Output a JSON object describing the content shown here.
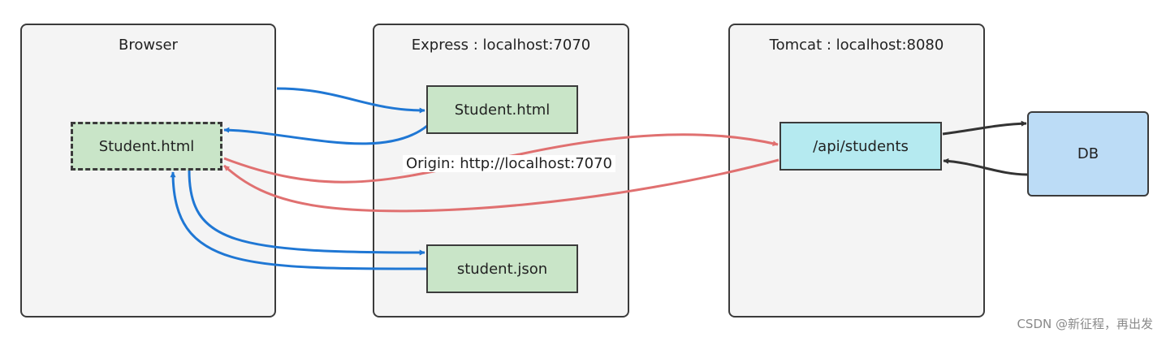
{
  "containers": {
    "browser": {
      "title": "Browser"
    },
    "express": {
      "title": "Express : localhost:7070"
    },
    "tomcat": {
      "title": "Tomcat : localhost:8080"
    }
  },
  "nodes": {
    "browser_student": {
      "label": "Student.html"
    },
    "express_student": {
      "label": "Student.html"
    },
    "express_json": {
      "label": "student.json"
    },
    "tomcat_api": {
      "label": "/api/students"
    },
    "db": {
      "label": "DB"
    }
  },
  "edge_labels": {
    "origin": "Origin: http://localhost:7070"
  },
  "watermark": "CSDN @新征程，再出发",
  "colors": {
    "panel_bg": "#f4f4f4",
    "node_green": "#c9e5c8",
    "node_cyan": "#b5eaf0",
    "node_blue": "#bcdcf6",
    "arrow_blue": "#1f77d4",
    "arrow_red": "#e07070",
    "arrow_dark": "#333333"
  }
}
